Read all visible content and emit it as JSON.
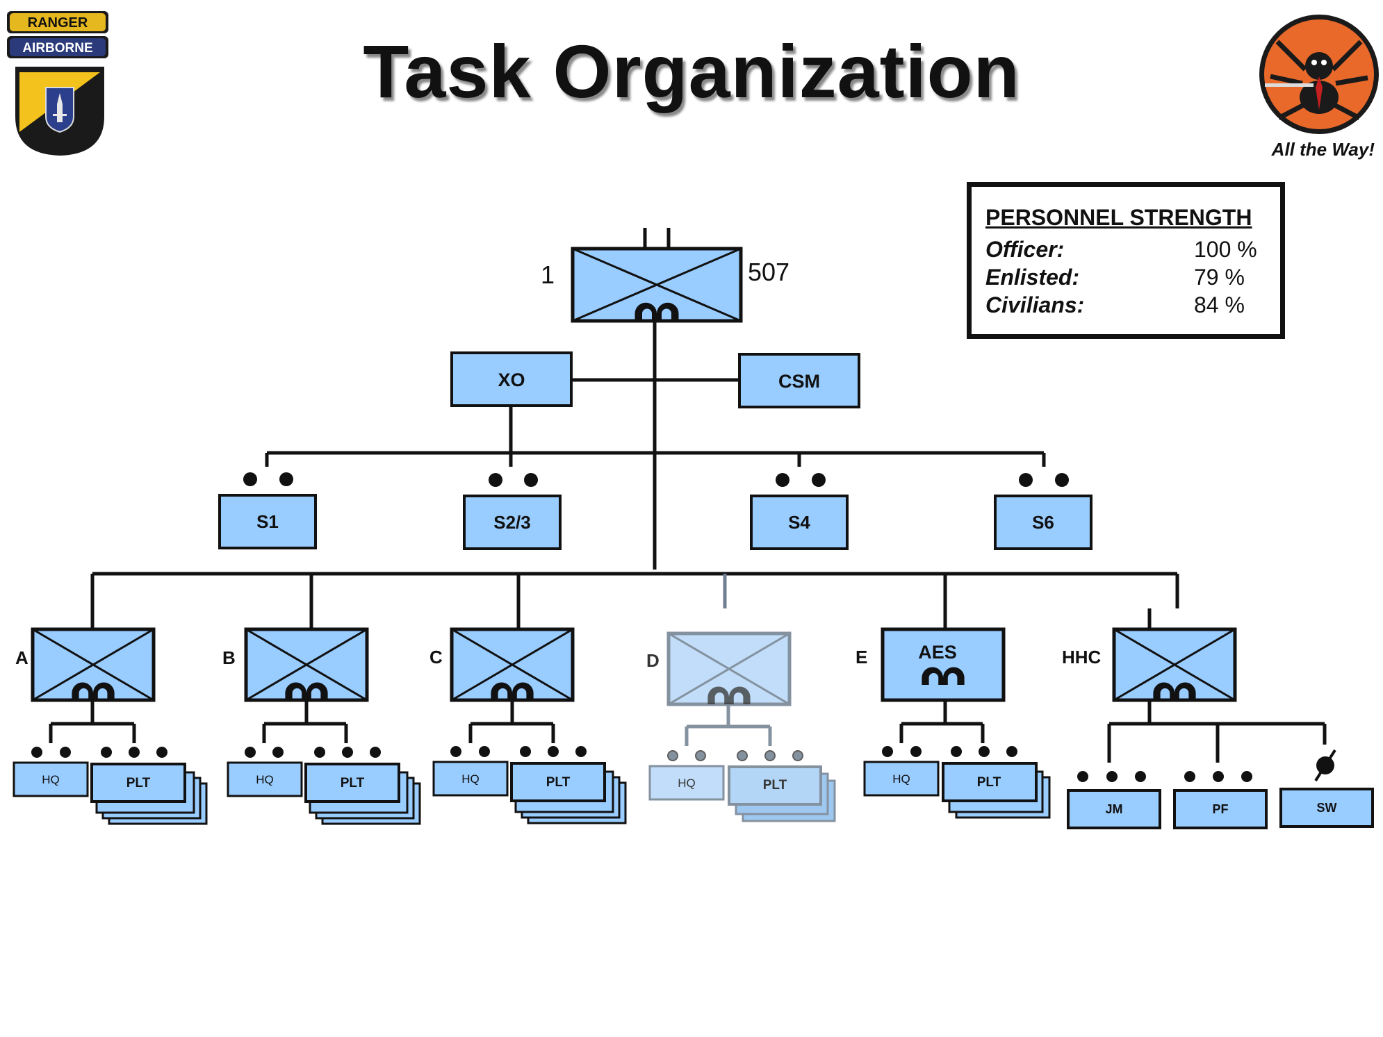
{
  "title": "Task Organization",
  "motto": "All the Way!",
  "tab_ranger": "RANGER",
  "tab_airborne": "AIRBORNE",
  "battalion": {
    "number": "1",
    "regiment": "507"
  },
  "staff": {
    "xo": "XO",
    "csm": "CSM",
    "s1": "S1",
    "s23": "S2/3",
    "s4": "S4",
    "s6": "S6"
  },
  "strength": {
    "heading": "PERSONNEL STRENGTH",
    "rows": [
      {
        "label": "Officer:",
        "value": "100 %"
      },
      {
        "label": "Enlisted:",
        "value": "79 %"
      },
      {
        "label": "Civilians:",
        "value": "84 %"
      }
    ]
  },
  "companies": {
    "a": {
      "label": "A",
      "hq": "HQ",
      "plt": "PLT"
    },
    "b": {
      "label": "B",
      "hq": "HQ",
      "plt": "PLT"
    },
    "c": {
      "label": "C",
      "hq": "HQ",
      "plt": "PLT"
    },
    "d": {
      "label": "D",
      "hq": "HQ",
      "plt": "PLT"
    },
    "e": {
      "label": "E",
      "inner": "AES",
      "hq": "HQ",
      "plt": "PLT"
    },
    "hhc": {
      "label": "HHC",
      "jm": "JM",
      "pf": "PF",
      "sw": "SW"
    }
  },
  "colors": {
    "unit_fill": "#99ccff",
    "line": "#111111",
    "faded_fill": "#b8d8f8",
    "faded_line": "#6f7f90"
  }
}
